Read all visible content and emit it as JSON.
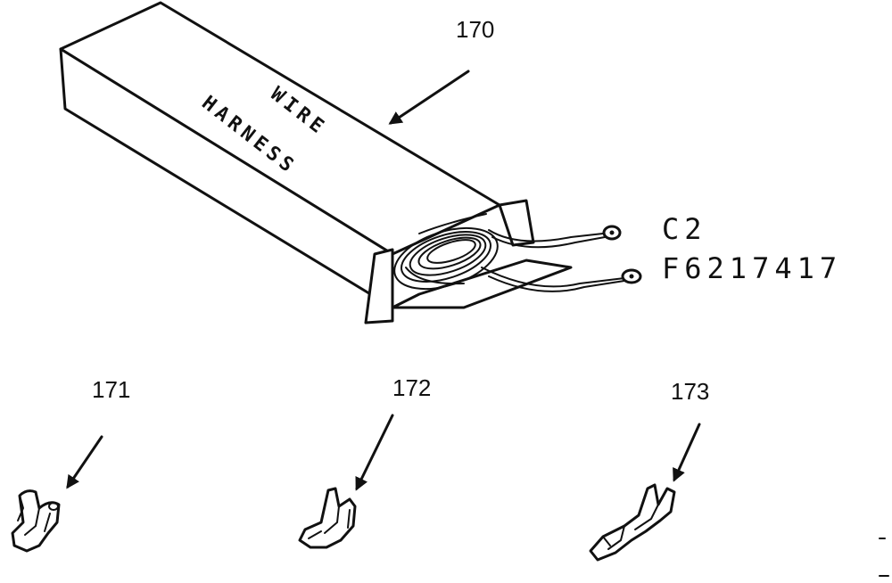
{
  "diagram": {
    "box_text": {
      "line1": "WIRE",
      "line2": "HARNESS"
    },
    "callouts": {
      "harness": "170",
      "terminal_a": "171",
      "terminal_b": "172",
      "terminal_c": "173"
    },
    "part_codes": {
      "line1": "C2",
      "line2": "F6217417"
    }
  }
}
